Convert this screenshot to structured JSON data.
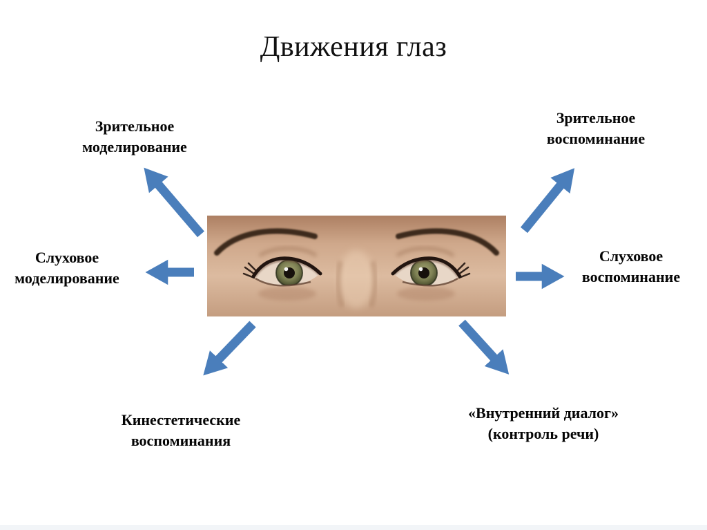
{
  "slide": {
    "title": "Движения глаз",
    "background_color": "#ffffff",
    "text_color": "#000000",
    "arrow_color": "#4a7ebb",
    "footer_bar_color": "#f2f5f8"
  },
  "diagram": {
    "nodes": [
      {
        "id": "visual-construction",
        "label": "Зрительное моделирование",
        "position": "top-left",
        "arrow_direction": "up-left"
      },
      {
        "id": "visual-recall",
        "label": "Зрительное воспоминание",
        "position": "top-right",
        "arrow_direction": "up-right"
      },
      {
        "id": "auditory-construction",
        "label": "Слуховое моделирование",
        "position": "left",
        "arrow_direction": "left"
      },
      {
        "id": "auditory-recall",
        "label": "Слуховое воспоминание",
        "position": "right",
        "arrow_direction": "right"
      },
      {
        "id": "kinesthetic-memories",
        "label": "Кинестетические воспоминания",
        "position": "bottom-left",
        "arrow_direction": "down-left"
      },
      {
        "id": "internal-dialogue",
        "label": "«Внутренний диалог» (контроль речи)",
        "position": "bottom-right",
        "arrow_direction": "down-right"
      }
    ],
    "center_image": {
      "name": "eyes-photo",
      "description": "Крупный план женских глаз"
    }
  }
}
